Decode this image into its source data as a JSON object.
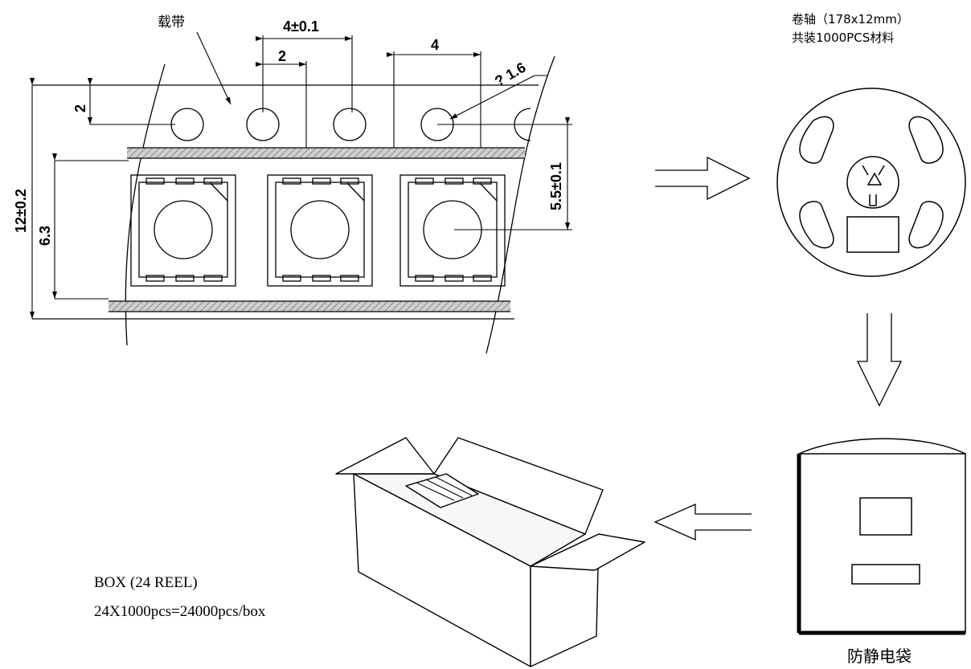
{
  "tape": {
    "carrier_label": "载带",
    "dim_pitch_hole": "4±0.1",
    "dim_half_pitch": "2",
    "dim_pocket_pitch": "4",
    "dim_hole_dia": "? 1.6",
    "dim_edge_to_hole": "2",
    "dim_width": "12±0.2",
    "dim_pocket_width": "6.3",
    "dim_center": "5.5±0.1"
  },
  "reel": {
    "line1": "卷轴（178x12mm）",
    "line2": "共装1000PCS材料"
  },
  "bag": {
    "label": "防静电袋"
  },
  "box": {
    "line1": "BOX (24 REEL)",
    "line2": "24X1000pcs=24000pcs/box"
  },
  "colors": {
    "stroke": "#000000",
    "hatch": "#8a8a8a"
  }
}
